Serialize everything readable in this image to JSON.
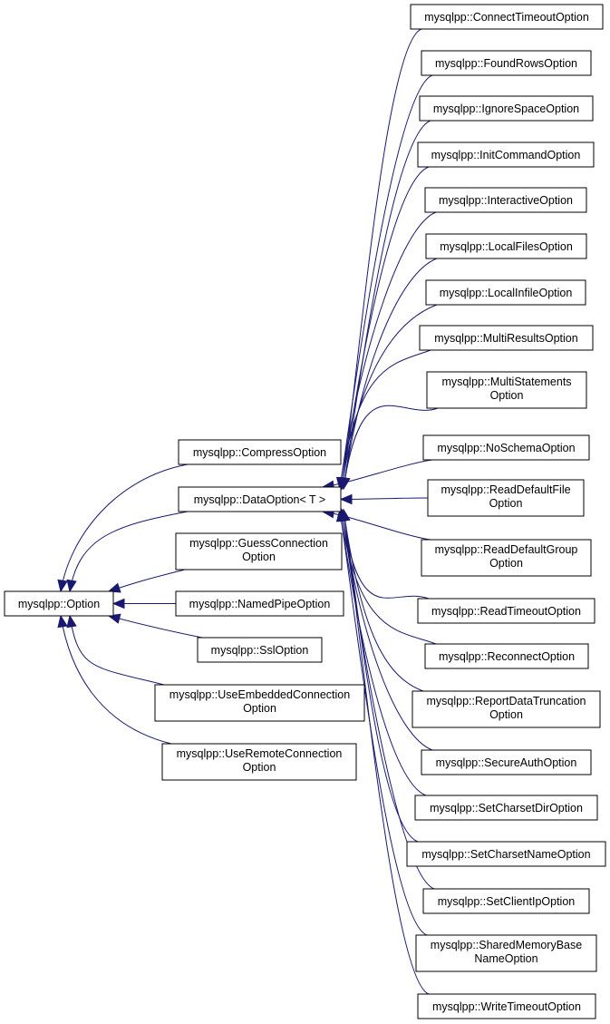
{
  "diagram": {
    "type": "inheritance-graph",
    "edge_color": "#191970",
    "nodes": {
      "option": [
        "mysqlpp::Option"
      ],
      "compress": [
        "mysqlpp::CompressOption"
      ],
      "dataoption": [
        "mysqlpp::DataOption< T >"
      ],
      "guessconn": [
        "mysqlpp::GuessConnection",
        "Option"
      ],
      "namedpipe": [
        "mysqlpp::NamedPipeOption"
      ],
      "ssl": [
        "mysqlpp::SslOption"
      ],
      "useembedded": [
        "mysqlpp::UseEmbeddedConnection",
        "Option"
      ],
      "useremote": [
        "mysqlpp::UseRemoteConnection",
        "Option"
      ],
      "connecttimeout": [
        "mysqlpp::ConnectTimeoutOption"
      ],
      "foundrows": [
        "mysqlpp::FoundRowsOption"
      ],
      "ignorespace": [
        "mysqlpp::IgnoreSpaceOption"
      ],
      "initcommand": [
        "mysqlpp::InitCommandOption"
      ],
      "interactive": [
        "mysqlpp::InteractiveOption"
      ],
      "localfiles": [
        "mysqlpp::LocalFilesOption"
      ],
      "localinfile": [
        "mysqlpp::LocalInfileOption"
      ],
      "multiresults": [
        "mysqlpp::MultiResultsOption"
      ],
      "multistatements": [
        "mysqlpp::MultiStatements",
        "Option"
      ],
      "noschema": [
        "mysqlpp::NoSchemaOption"
      ],
      "readdefaultfile": [
        "mysqlpp::ReadDefaultFile",
        "Option"
      ],
      "readdefaultgroup": [
        "mysqlpp::ReadDefaultGroup",
        "Option"
      ],
      "readtimeout": [
        "mysqlpp::ReadTimeoutOption"
      ],
      "reconnect": [
        "mysqlpp::ReconnectOption"
      ],
      "reportdatatrunc": [
        "mysqlpp::ReportDataTruncation",
        "Option"
      ],
      "secureauth": [
        "mysqlpp::SecureAuthOption"
      ],
      "setcharsetdir": [
        "mysqlpp::SetCharsetDirOption"
      ],
      "setcharsetname": [
        "mysqlpp::SetCharsetNameOption"
      ],
      "setclientip": [
        "mysqlpp::SetClientIpOption"
      ],
      "sharedmemory": [
        "mysqlpp::SharedMemoryBase",
        "NameOption"
      ],
      "writetimeout": [
        "mysqlpp::WriteTimeoutOption"
      ]
    },
    "edges": [
      {
        "from": "compress",
        "to": "option"
      },
      {
        "from": "dataoption",
        "to": "option"
      },
      {
        "from": "guessconn",
        "to": "option"
      },
      {
        "from": "namedpipe",
        "to": "option"
      },
      {
        "from": "ssl",
        "to": "option"
      },
      {
        "from": "useembedded",
        "to": "option"
      },
      {
        "from": "useremote",
        "to": "option"
      },
      {
        "from": "connecttimeout",
        "to": "dataoption"
      },
      {
        "from": "foundrows",
        "to": "dataoption"
      },
      {
        "from": "ignorespace",
        "to": "dataoption"
      },
      {
        "from": "initcommand",
        "to": "dataoption"
      },
      {
        "from": "interactive",
        "to": "dataoption"
      },
      {
        "from": "localfiles",
        "to": "dataoption"
      },
      {
        "from": "localinfile",
        "to": "dataoption"
      },
      {
        "from": "multiresults",
        "to": "dataoption"
      },
      {
        "from": "multistatements",
        "to": "dataoption"
      },
      {
        "from": "noschema",
        "to": "dataoption"
      },
      {
        "from": "readdefaultfile",
        "to": "dataoption"
      },
      {
        "from": "readdefaultgroup",
        "to": "dataoption"
      },
      {
        "from": "readtimeout",
        "to": "dataoption"
      },
      {
        "from": "reconnect",
        "to": "dataoption"
      },
      {
        "from": "reportdatatrunc",
        "to": "dataoption"
      },
      {
        "from": "secureauth",
        "to": "dataoption"
      },
      {
        "from": "setcharsetdir",
        "to": "dataoption"
      },
      {
        "from": "setcharsetname",
        "to": "dataoption"
      },
      {
        "from": "setclientip",
        "to": "dataoption"
      },
      {
        "from": "sharedmemory",
        "to": "dataoption"
      },
      {
        "from": "writetimeout",
        "to": "dataoption"
      }
    ]
  }
}
